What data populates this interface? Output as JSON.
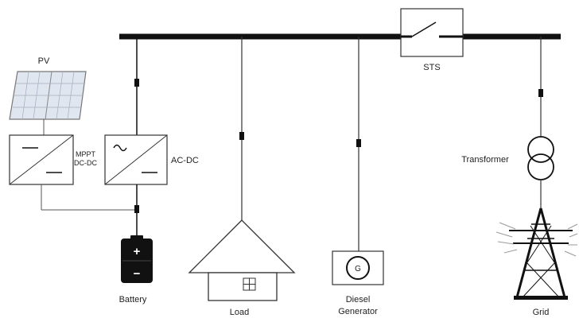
{
  "labels": {
    "pv": "PV",
    "mppt_line1": "MPPT",
    "mppt_line2": "DC-DC",
    "acdc": "AC-DC",
    "sts": "STS",
    "transformer": "Transformer",
    "battery": "Battery",
    "load": "Load",
    "diesel_line1": "Diesel",
    "diesel_line2": "Generator",
    "grid": "Grid",
    "generator_symbol": "G",
    "battery_plus": "+",
    "battery_minus": "−"
  },
  "icons": {
    "pv": "solar-panel-icon",
    "converter_dcdc": "dc-dc-converter-icon",
    "converter_acdc": "ac-dc-converter-icon",
    "switch": "static-transfer-switch-icon",
    "transformer": "transformer-icon",
    "battery": "battery-icon",
    "load": "house-icon",
    "generator": "diesel-generator-icon",
    "grid": "transmission-tower-icon"
  },
  "colors": {
    "line": "#111111",
    "thin_line": "#555555",
    "pv_cell": "#dfe6f0",
    "battery": "#111111"
  }
}
